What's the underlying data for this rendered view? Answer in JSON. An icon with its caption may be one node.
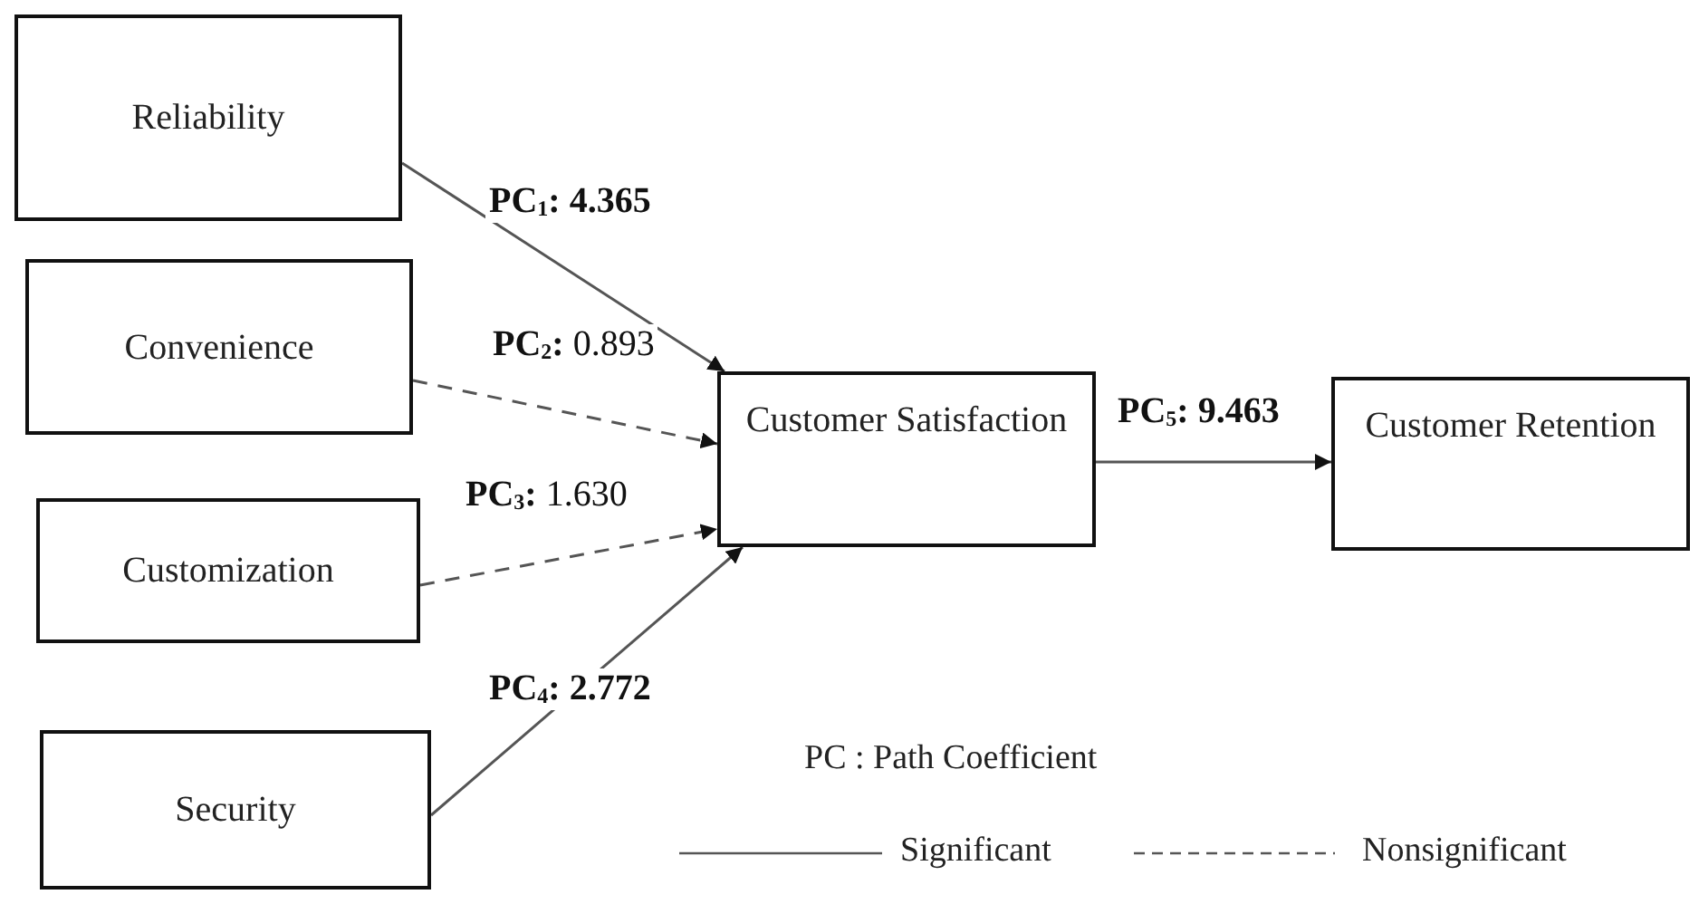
{
  "diagram": {
    "nodes": [
      {
        "text": [
          "Reliability"
        ]
      },
      {
        "text": [
          "Convenience"
        ]
      },
      {
        "text": [
          "Customization"
        ]
      },
      {
        "text": [
          "Security"
        ]
      },
      {
        "text": [
          "Customer Satisfaction"
        ]
      },
      {
        "text": [
          "Customer Retention"
        ]
      }
    ],
    "edges": [
      {
        "from": 0,
        "to": 4,
        "arrow": "to",
        "label": "**PC**$_{1}$**: 4.365**"
      },
      {
        "from": 1,
        "to": 4,
        "arrow": "to",
        "label": "**PC**$_{2}$**:** 0.893",
        "style": "dashed"
      },
      {
        "from": 2,
        "to": 4,
        "arrow": "to",
        "label": "**PC**$_{3}$**:** 1.630",
        "style": "dashed"
      },
      {
        "from": 3,
        "to": 4,
        "arrow": "to",
        "label": "**PC**$_{4}$**: 2.772**"
      },
      {
        "from": 4,
        "to": 5,
        "arrow": "to",
        "label": "**PC**$_{5}$**: 9.463**"
      }
    ],
    "labels": [
      "PC : Path Coefficient"
    ],
    "legend": [
      {
        "text": "Significant"
      },
      {
        "text": "Nonsignificant"
      }
    ]
  }
}
